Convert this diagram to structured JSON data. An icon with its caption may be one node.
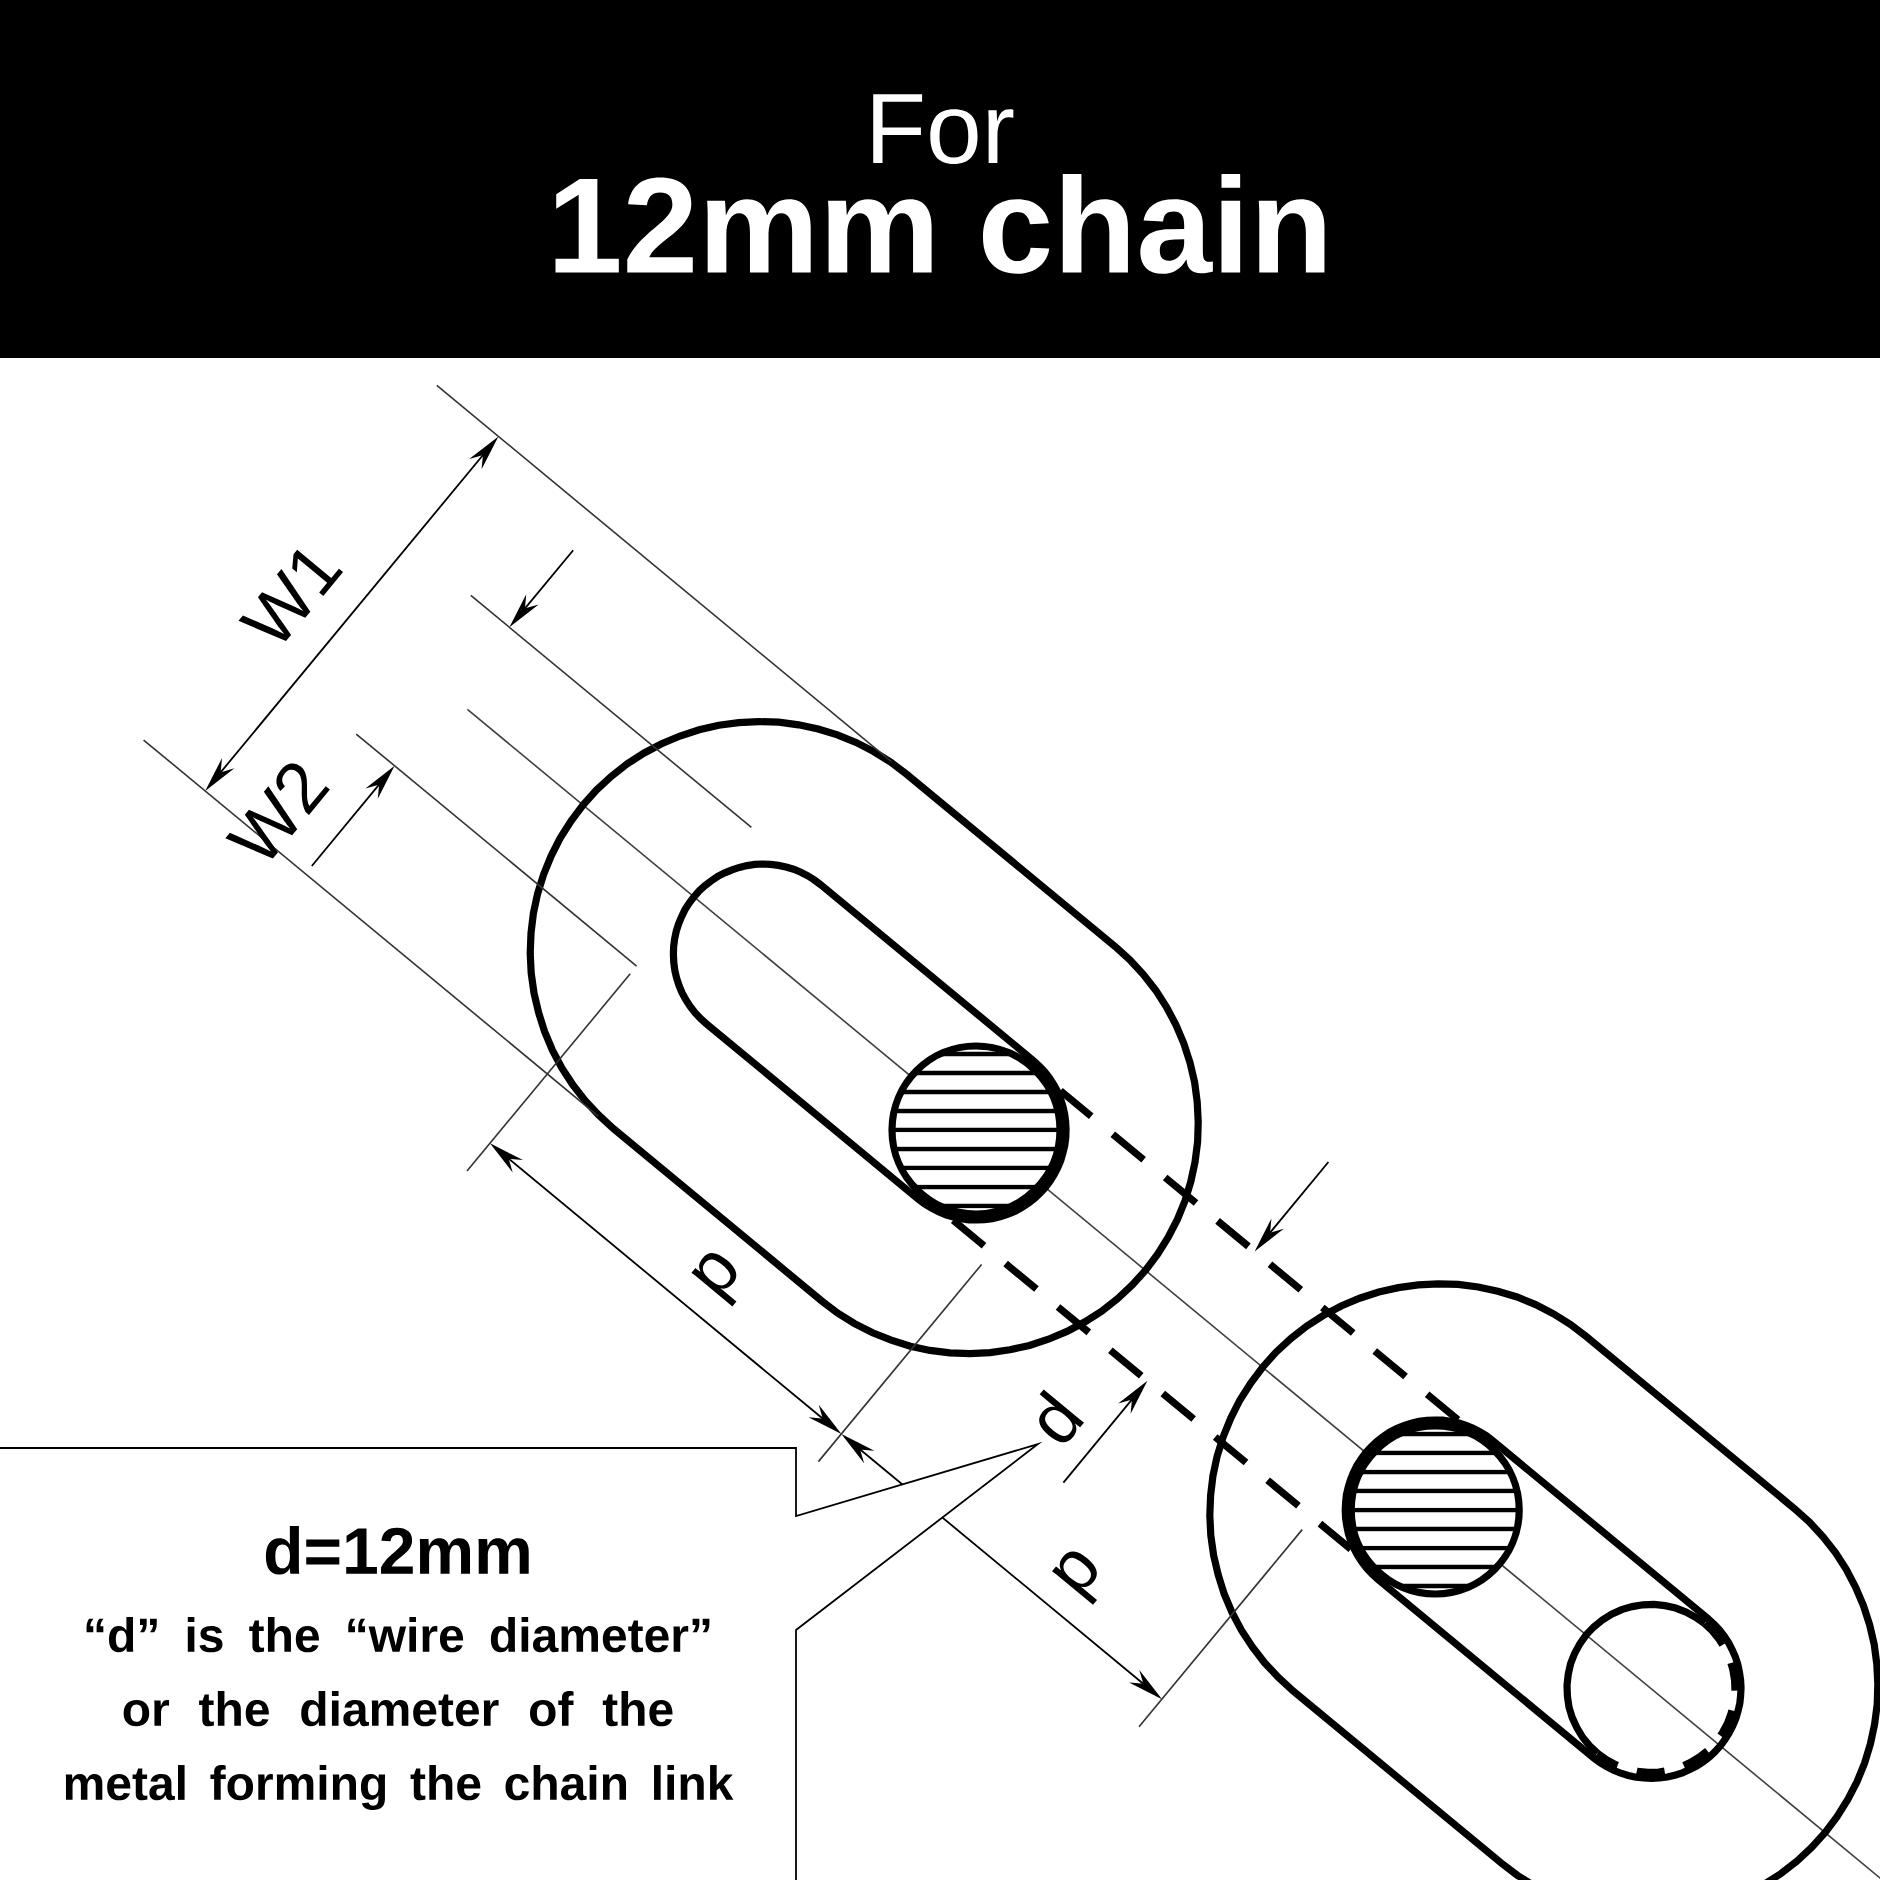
{
  "diagram": {
    "nodes": [
      {
        "text": [
          "For",
          "12mm chain"
        ]
      },
      {
        "text": [
          "d=12mm",
          "“d” is the “wire diameter” or the diameter of the metal forming the chain link"
        ]
      }
    ],
    "labels": [
      "W1",
      "W2",
      "p",
      "d",
      "p"
    ]
  }
}
